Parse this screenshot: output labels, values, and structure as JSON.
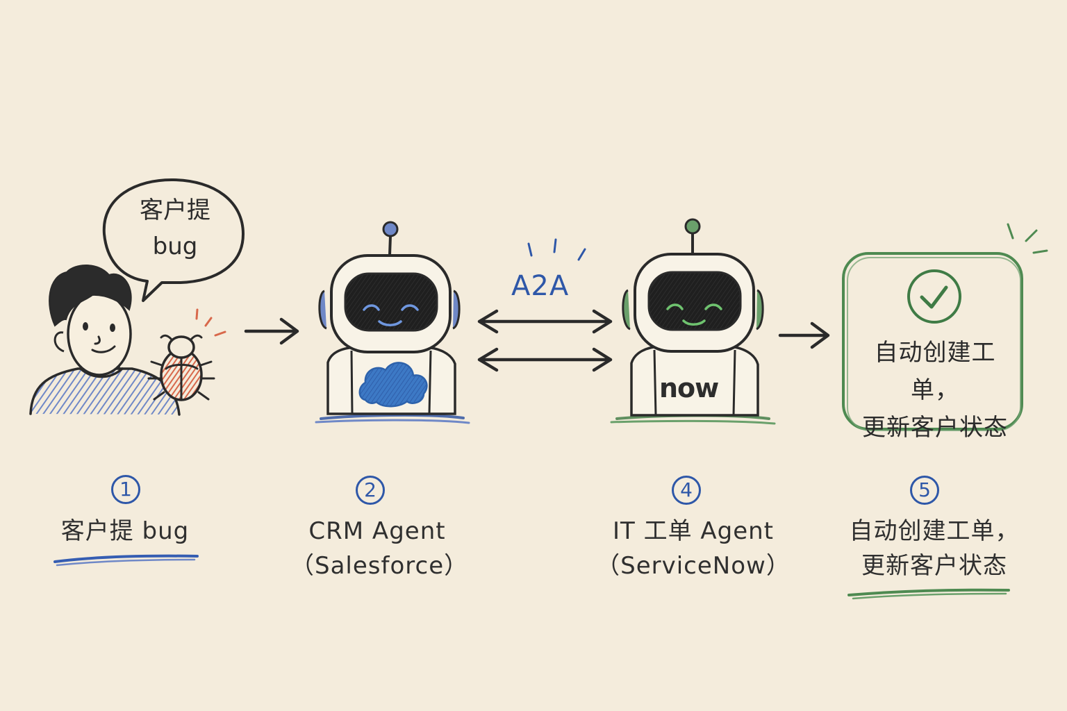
{
  "speech_bubble": {
    "line1": "客户提",
    "line2": "bug"
  },
  "protocol_label": "A2A",
  "servicenow_logo_text": "now",
  "result_box": {
    "line1": "自动创建工单，",
    "line2": "更新客户状态"
  },
  "steps": [
    {
      "number": "1",
      "line1": "客户提 bug",
      "line2": ""
    },
    {
      "number": "2",
      "line1": "CRM Agent",
      "line2": "（Salesforce）"
    },
    {
      "number": "4",
      "line1": "IT 工单 Agent",
      "line2": "（ServiceNow）"
    },
    {
      "number": "5",
      "line1": "自动创建工单，",
      "line2": "更新客户状态"
    }
  ],
  "colors": {
    "background": "#f4ecdc",
    "ink": "#2a2a2a",
    "blue_accent": "#2e57a8",
    "salesforce_blue": "#2f6fbe",
    "green_accent": "#4e8a51",
    "bug_red": "#d8684b",
    "person_shirt": "#6f88c7"
  },
  "icons": {
    "person": "person-icon",
    "bug": "bug-icon",
    "crm_robot": "crm-robot-icon",
    "it_robot": "it-robot-icon",
    "cloud": "salesforce-cloud-icon",
    "check": "check-circle-icon",
    "arrow": "arrow-right-icon",
    "bidirectional_arrow": "double-arrow-icon"
  }
}
